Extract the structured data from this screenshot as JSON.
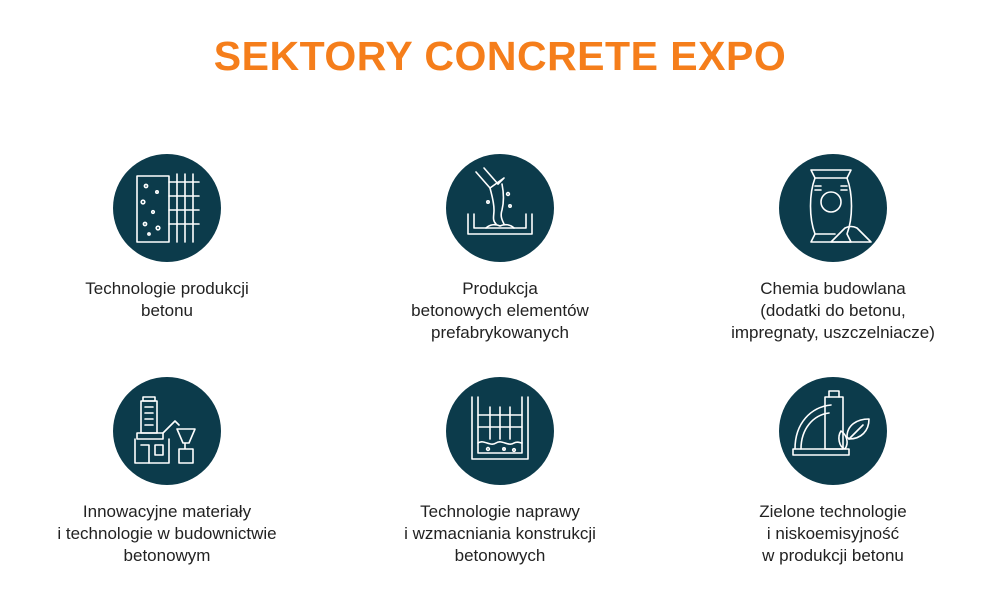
{
  "title": "SEKTORY CONCRETE EXPO",
  "colors": {
    "title": "#f57e1b",
    "icon_background": "#0c3b4b",
    "icon_stroke": "#ffffff",
    "text": "#222222"
  },
  "sectors": [
    {
      "icon": "concrete-formwork-icon",
      "lines": [
        "Technologie produkcji",
        "betonu"
      ]
    },
    {
      "icon": "pouring-concrete-icon",
      "lines": [
        "Produkcja",
        "betonowych elementów",
        "prefabrykowanych"
      ]
    },
    {
      "icon": "cement-bag-icon",
      "lines": [
        "Chemia budowlana",
        "(dodatki do betonu,",
        "impregnaty, uszczelniacze)"
      ]
    },
    {
      "icon": "concrete-plant-icon",
      "lines": [
        "Innowacyjne materiały",
        "i technologie w budownictwie",
        "betonowym"
      ]
    },
    {
      "icon": "repair-reinforcement-icon",
      "lines": [
        "Technologie naprawy",
        "i wzmacniania konstrukcji",
        "betonowych"
      ]
    },
    {
      "icon": "green-technology-icon",
      "lines": [
        "Zielone technologie",
        "i niskoemisyjność",
        "w produkcji betonu"
      ]
    }
  ]
}
